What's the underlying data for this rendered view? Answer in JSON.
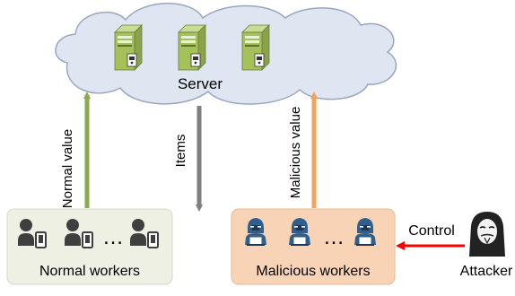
{
  "server": {
    "label": "Server"
  },
  "flows": {
    "normal_value": "Normal value",
    "items": "Items",
    "malicious_value": "Malicious value",
    "control": "Control"
  },
  "groups": {
    "normal": {
      "label": "Normal workers",
      "ellipsis": "…"
    },
    "malicious": {
      "label": "Malicious workers",
      "ellipsis": "…"
    }
  },
  "attacker": {
    "label": "Attacker"
  },
  "colors": {
    "cloud_fill": "#dfe6f2",
    "cloud_stroke": "#9aa7bd",
    "server_green": "#a4c15a",
    "normal_box": "#eef0e4",
    "malicious_box": "#f8d3b6",
    "normal_arrow": "#8aaa4f",
    "items_arrow": "#808080",
    "malicious_arrow": "#f0a35c",
    "control_arrow": "#ff0000",
    "worker_gray": "#3f3f3f",
    "worker_blue": "#2f5f8f"
  },
  "icons": {
    "server": "server-tower-icon",
    "normal_worker": "person-with-phone-icon",
    "malicious_worker": "hooded-hacker-laptop-icon",
    "attacker": "masked-attacker-icon"
  }
}
